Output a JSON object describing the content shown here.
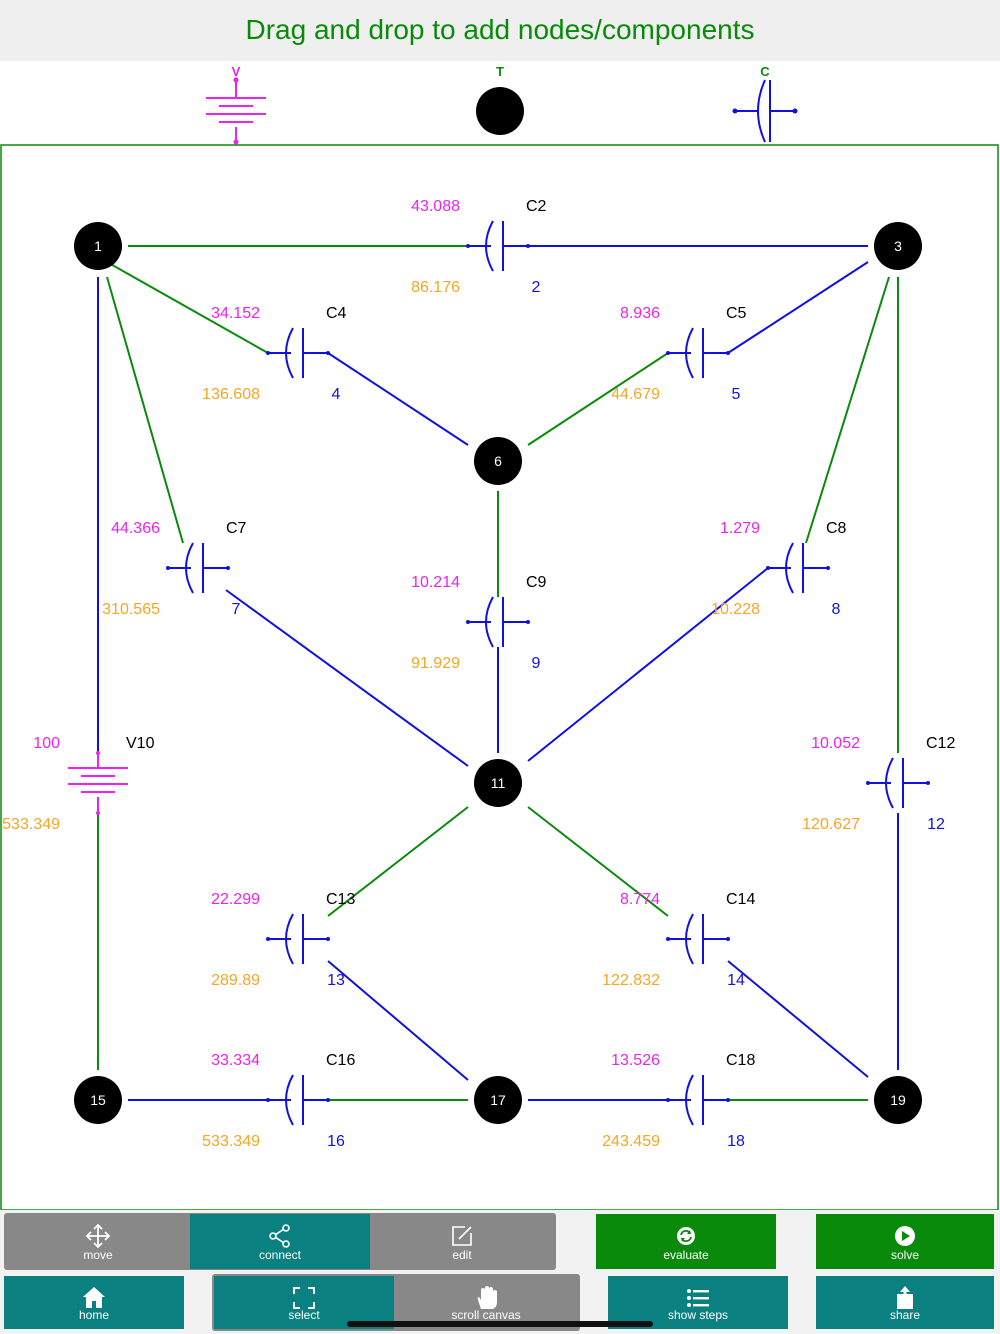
{
  "header": {
    "title": "Drag and drop to add nodes/components"
  },
  "palette": {
    "voltage_label": "V",
    "node_label": "T",
    "capacitor_label": "C"
  },
  "colors": {
    "green": "#0a8a0a",
    "blue": "#1010e0",
    "magenta": "#ee22ee",
    "orange": "#f5a623",
    "teal": "#0a8080",
    "gray": "#888888"
  },
  "circuit": {
    "nodes": [
      {
        "id": "1",
        "label": "1"
      },
      {
        "id": "3",
        "label": "3"
      },
      {
        "id": "6",
        "label": "6"
      },
      {
        "id": "11",
        "label": "11"
      },
      {
        "id": "15",
        "label": "15"
      },
      {
        "id": "17",
        "label": "17"
      },
      {
        "id": "19",
        "label": "19"
      }
    ],
    "components": [
      {
        "name": "C2",
        "type": "capacitor",
        "top_value": "43.088",
        "bottom_value": "86.176",
        "index": "2"
      },
      {
        "name": "C4",
        "type": "capacitor",
        "top_value": "34.152",
        "bottom_value": "136.608",
        "index": "4"
      },
      {
        "name": "C5",
        "type": "capacitor",
        "top_value": "8.936",
        "bottom_value": "44.679",
        "index": "5"
      },
      {
        "name": "C7",
        "type": "capacitor",
        "top_value": "44.366",
        "bottom_value": "310.565",
        "index": "7"
      },
      {
        "name": "C8",
        "type": "capacitor",
        "top_value": "1.279",
        "bottom_value": "10.228",
        "index": "8"
      },
      {
        "name": "C9",
        "type": "capacitor",
        "top_value": "10.214",
        "bottom_value": "91.929",
        "index": "9"
      },
      {
        "name": "V10",
        "type": "voltage",
        "top_value": "100",
        "bottom_value": "533.349",
        "index": ""
      },
      {
        "name": "C12",
        "type": "capacitor",
        "top_value": "10.052",
        "bottom_value": "120.627",
        "index": "12"
      },
      {
        "name": "C13",
        "type": "capacitor",
        "top_value": "22.299",
        "bottom_value": "289.89",
        "index": "13"
      },
      {
        "name": "C14",
        "type": "capacitor",
        "top_value": "8.774",
        "bottom_value": "122.832",
        "index": "14"
      },
      {
        "name": "C16",
        "type": "capacitor",
        "top_value": "33.334",
        "bottom_value": "533.349",
        "index": "16"
      },
      {
        "name": "C18",
        "type": "capacitor",
        "top_value": "13.526",
        "bottom_value": "243.459",
        "index": "18"
      }
    ]
  },
  "toolbar": {
    "move": {
      "label": "move",
      "icon": "move-icon"
    },
    "connect": {
      "label": "connect",
      "icon": "share-nodes-icon"
    },
    "edit": {
      "label": "edit",
      "icon": "edit-icon"
    },
    "evaluate": {
      "label": "evaluate",
      "icon": "refresh-icon"
    },
    "solve": {
      "label": "solve",
      "icon": "play-icon"
    },
    "home": {
      "label": "home",
      "icon": "home-icon"
    },
    "select": {
      "label": "select",
      "icon": "select-frame-icon"
    },
    "scroll": {
      "label": "scroll canvas",
      "icon": "hand-icon"
    },
    "steps": {
      "label": "show steps",
      "icon": "list-icon"
    },
    "share": {
      "label": "share",
      "icon": "share-icon"
    }
  }
}
